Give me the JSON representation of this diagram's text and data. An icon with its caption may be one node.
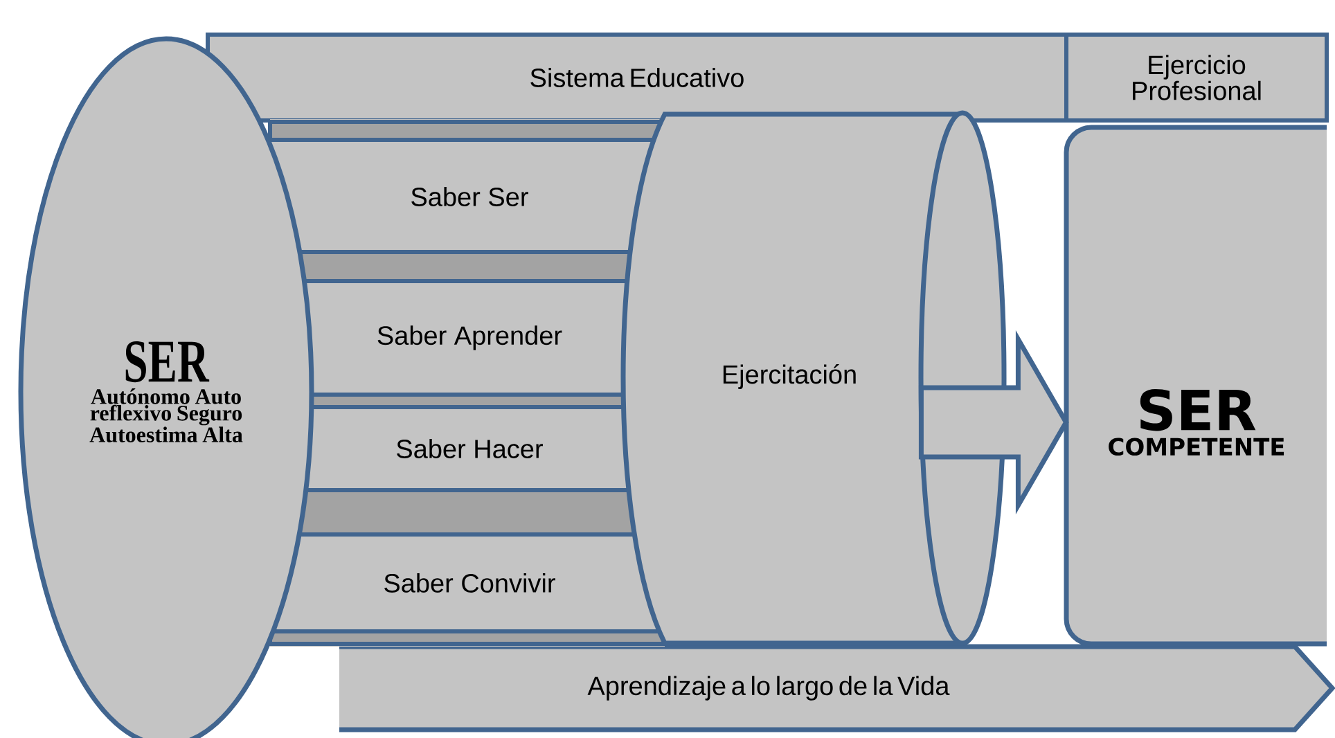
{
  "diagram": {
    "nodes": [
      {
        "text": [
          "Sistema Educativo"
        ]
      },
      {
        "text": [
          "Ejercicio Profesional"
        ]
      },
      {
        "text": [
          "SER",
          "Autónomo Auto reflexivo Seguro Autoestima Alta"
        ]
      },
      {
        "text": [
          "Saber Ser"
        ]
      },
      {
        "text": [
          "Saber  Aprender"
        ]
      },
      {
        "text": [
          "Saber  Hacer"
        ]
      },
      {
        "text": [
          "Saber Convivir"
        ]
      },
      {
        "text": [
          "Ejercitación"
        ]
      },
      {
        "text": [
          "SER",
          "COMPETENTE"
        ]
      },
      {
        "text": [
          "Aprendizaje  a lo largo de la Vida"
        ]
      }
    ],
    "edges": [
      {
        "from": 7,
        "to": 8,
        "arrow": "to"
      }
    ]
  }
}
